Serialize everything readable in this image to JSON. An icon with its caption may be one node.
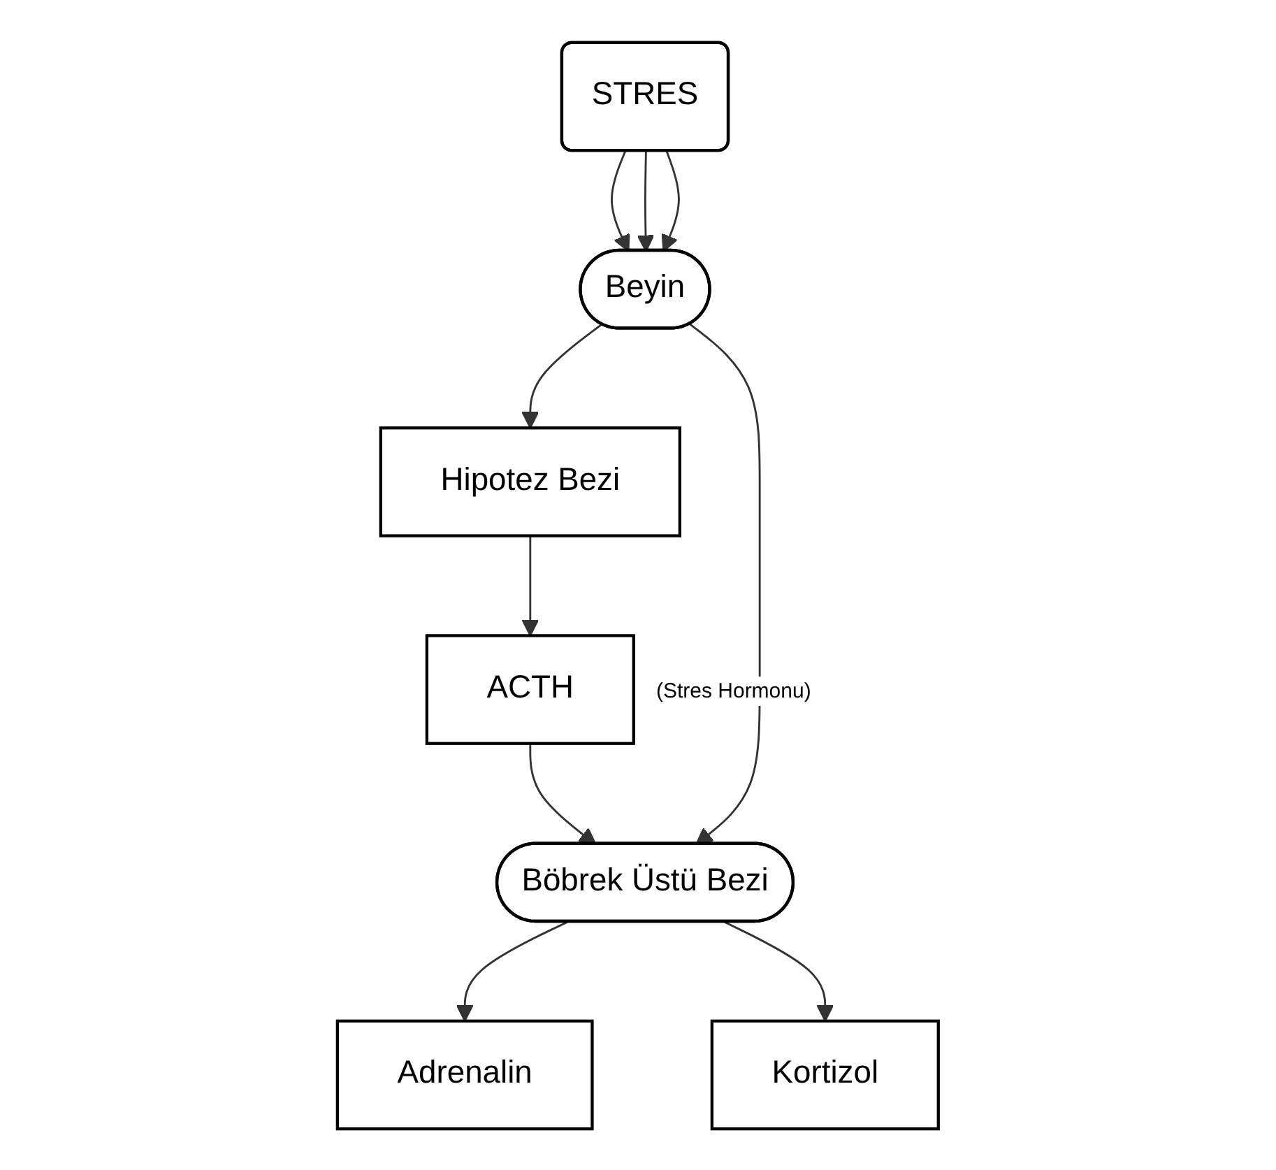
{
  "diagram": {
    "nodes": [
      {
        "text": [
          "STRES"
        ]
      },
      {
        "text": [
          "Beyin"
        ]
      },
      {
        "text": [
          "Hipotez Bezi"
        ]
      },
      {
        "text": [
          "ACTH"
        ],
        "beside": [
          "(Stres Hormonu)"
        ]
      },
      {
        "text": [
          "Böbrek Üstü Bezi"
        ]
      },
      {
        "text": [
          "Adrenalin"
        ]
      },
      {
        "text": [
          "Kortizol"
        ]
      }
    ],
    "edges": [
      {
        "from": 0,
        "to": 1,
        "arrow": "to"
      },
      {
        "from": 0,
        "to": 1,
        "arrow": "to"
      },
      {
        "from": 0,
        "to": 1,
        "arrow": "to"
      },
      {
        "from": 1,
        "to": 2,
        "arrow": "to"
      },
      {
        "from": 2,
        "to": 3,
        "arrow": "to"
      },
      {
        "from": 3,
        "to": 4,
        "arrow": "to"
      },
      {
        "from": 1,
        "to": 4,
        "arrow": "to"
      },
      {
        "from": 4,
        "to": 5,
        "arrow": "to"
      },
      {
        "from": 4,
        "to": 6,
        "arrow": "to"
      }
    ]
  }
}
